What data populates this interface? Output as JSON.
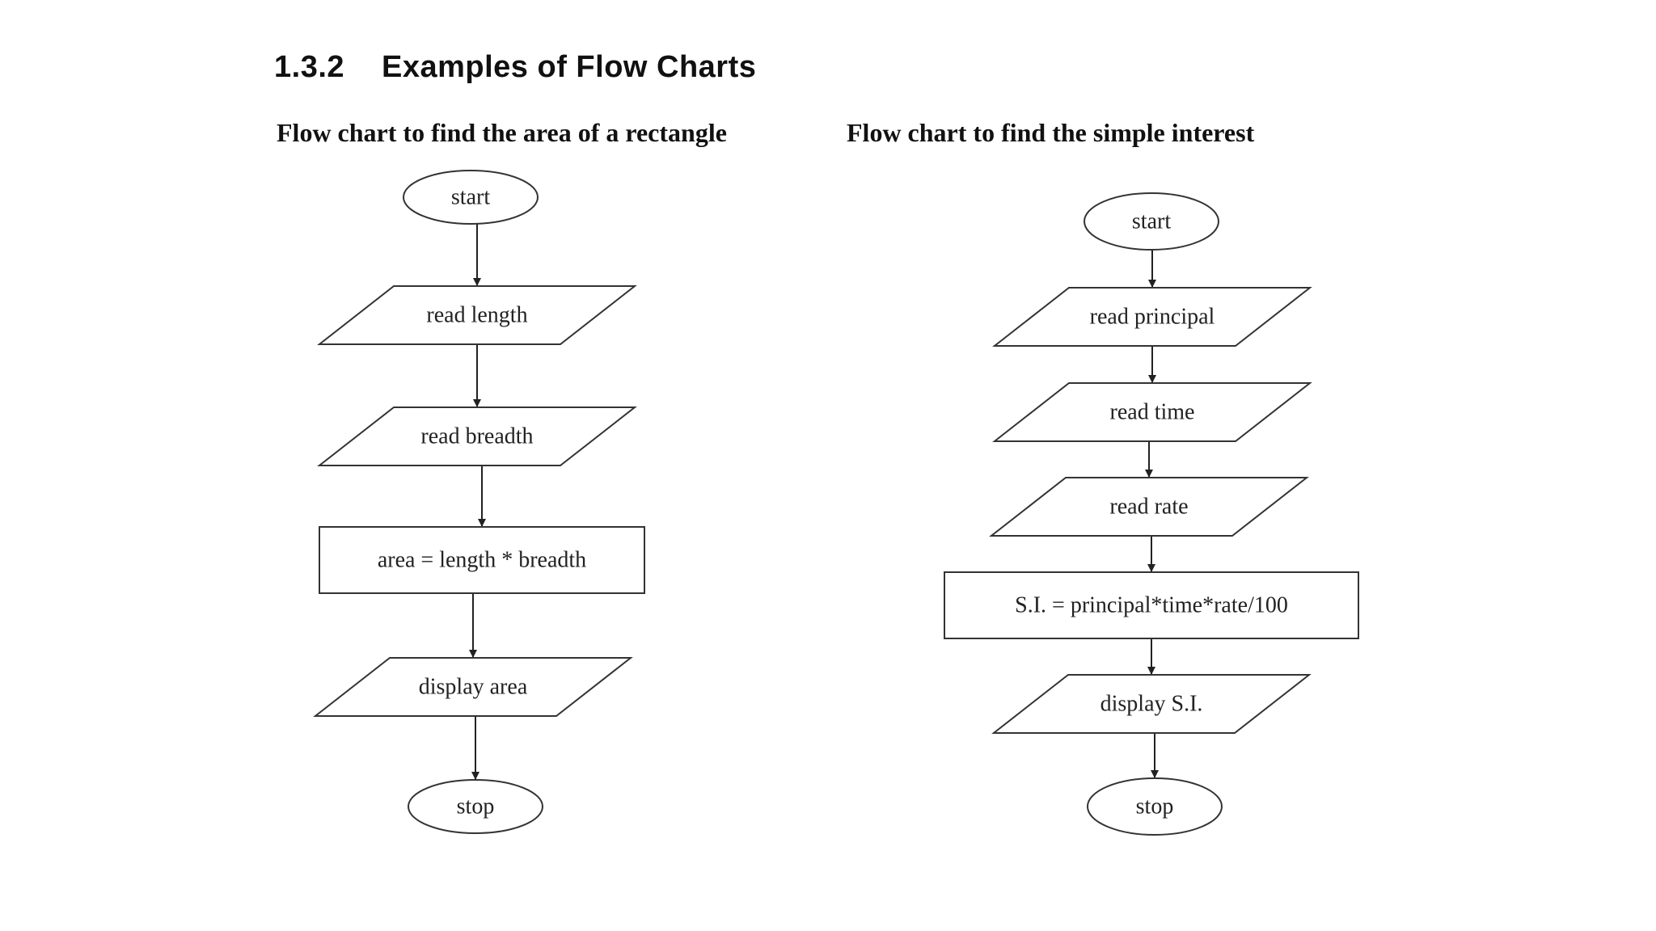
{
  "section": {
    "number": "1.3.2",
    "title": "Examples of Flow Charts"
  },
  "flowcharts": [
    {
      "title": "Flow chart to find the area of a rectangle",
      "nodes": [
        {
          "id": "start",
          "shape": "terminator",
          "text": "start"
        },
        {
          "id": "read-length",
          "shape": "input-output",
          "text": "read length"
        },
        {
          "id": "read-breadth",
          "shape": "input-output",
          "text": "read breadth"
        },
        {
          "id": "compute-area",
          "shape": "process",
          "text": "area = length * breadth"
        },
        {
          "id": "display-area",
          "shape": "input-output",
          "text": "display area"
        },
        {
          "id": "stop",
          "shape": "terminator",
          "text": "stop"
        }
      ],
      "edges": [
        {
          "from": "start",
          "to": "read-length"
        },
        {
          "from": "read-length",
          "to": "read-breadth"
        },
        {
          "from": "read-breadth",
          "to": "compute-area"
        },
        {
          "from": "compute-area",
          "to": "display-area"
        },
        {
          "from": "display-area",
          "to": "stop"
        }
      ]
    },
    {
      "title": "Flow chart to find the simple interest",
      "nodes": [
        {
          "id": "start",
          "shape": "terminator",
          "text": "start"
        },
        {
          "id": "read-principal",
          "shape": "input-output",
          "text": "read principal"
        },
        {
          "id": "read-time",
          "shape": "input-output",
          "text": "read time"
        },
        {
          "id": "read-rate",
          "shape": "input-output",
          "text": "read rate"
        },
        {
          "id": "compute-si",
          "shape": "process",
          "text": "S.I. = principal*time*rate/100"
        },
        {
          "id": "display-si",
          "shape": "input-output",
          "text": "display S.I."
        },
        {
          "id": "stop",
          "shape": "terminator",
          "text": "stop"
        }
      ],
      "edges": [
        {
          "from": "start",
          "to": "read-principal"
        },
        {
          "from": "read-principal",
          "to": "read-time"
        },
        {
          "from": "read-time",
          "to": "read-rate"
        },
        {
          "from": "read-rate",
          "to": "compute-si"
        },
        {
          "from": "compute-si",
          "to": "display-si"
        },
        {
          "from": "display-si",
          "to": "stop"
        }
      ]
    }
  ]
}
